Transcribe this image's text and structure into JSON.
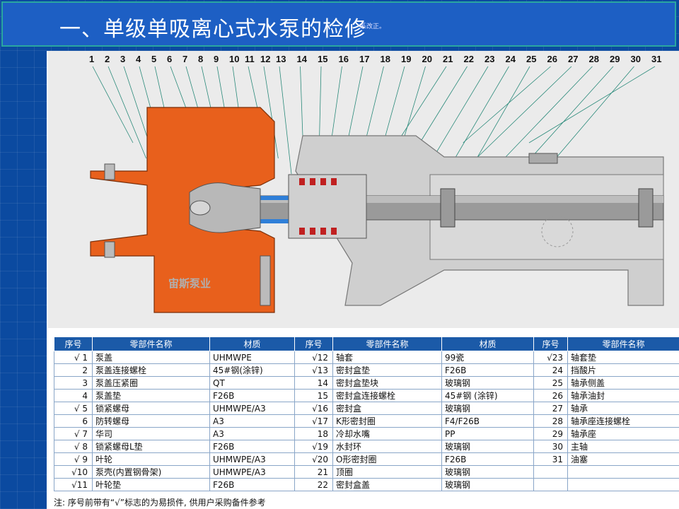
{
  "title": "一、单级单吸离心式水泵的检修",
  "title_note": "系改正。",
  "watermark": "宙斯泵业",
  "callouts": [
    "1",
    "2",
    "3",
    "4",
    "5",
    "6",
    "7",
    "8",
    "9",
    "10",
    "11",
    "12",
    "13",
    "14",
    "15",
    "16",
    "17",
    "18",
    "19",
    "20",
    "21",
    "22",
    "23",
    "24",
    "25",
    "26",
    "27",
    "28",
    "29",
    "30",
    "31"
  ],
  "table": {
    "headers": [
      "序号",
      "零部件名称",
      "材质",
      "序号",
      "零部件名称",
      "材质",
      "序号",
      "零部件名称"
    ],
    "rows": [
      [
        "√ 1",
        "泵盖",
        "UHMWPE",
        "√12",
        "轴套",
        "99瓷",
        "√23",
        "轴套垫"
      ],
      [
        "2",
        "泵盖连接螺栓",
        "45#钢(涂锌)",
        "√13",
        "密封盒垫",
        "F26B",
        "24",
        "挡酸片"
      ],
      [
        "3",
        "泵盖压紧圈",
        "QT",
        "14",
        "密封盒垫块",
        "玻璃钢",
        "25",
        "轴承侧盖"
      ],
      [
        "4",
        "泵盖垫",
        "F26B",
        "15",
        "密封盒连接螺栓",
        "45#钢 (涂锌)",
        "26",
        "轴承油封"
      ],
      [
        "√ 5",
        "锁紧螺母",
        "UHMWPE/A3",
        "√16",
        "密封盒",
        "玻璃钢",
        "27",
        "轴承"
      ],
      [
        "6",
        "防转螺母",
        "A3",
        "√17",
        "K形密封圈",
        "F4/F26B",
        "28",
        "轴承座连接螺栓"
      ],
      [
        "√ 7",
        "华司",
        "A3",
        "18",
        "冷却水嘴",
        "PP",
        "29",
        "轴承座"
      ],
      [
        "√ 8",
        "锁紧螺母L垫",
        "F26B",
        "√19",
        "水封环",
        "玻璃钢",
        "30",
        "主轴"
      ],
      [
        "√ 9",
        "叶轮",
        "UHMWPE/A3",
        "√20",
        "O形密封圈",
        "F26B",
        "31",
        "油塞"
      ],
      [
        "√10",
        "泵壳(内置钢骨架)",
        "UHMWPE/A3",
        "21",
        "顶圈",
        "玻璃钢",
        "",
        ""
      ],
      [
        "√11",
        "叶轮垫",
        "F26B",
        "22",
        "密封盒盖",
        "玻璃钢",
        "",
        ""
      ]
    ]
  },
  "footnote": "注: 序号前带有“√”标志的为易损件, 供用户采购备件参考"
}
